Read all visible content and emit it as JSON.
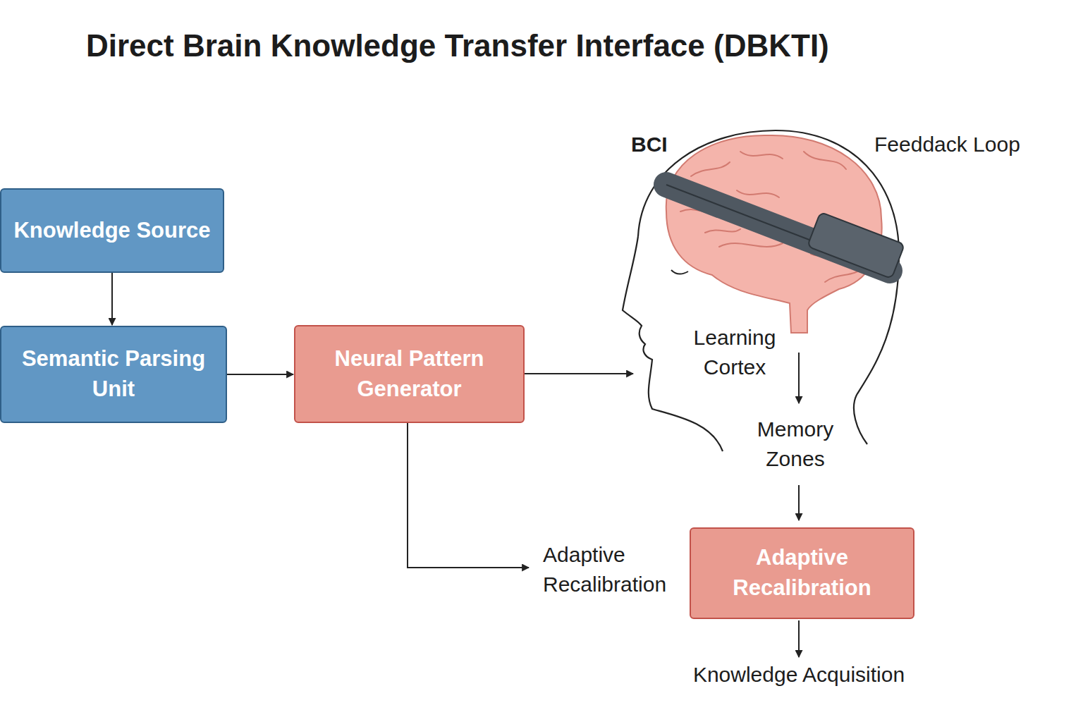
{
  "diagram": {
    "title": "Direct Brain Knowledge Transfer Interface (DBKTI)",
    "nodes": [
      {
        "text": [
          "Knowledge Source"
        ]
      },
      {
        "text": [
          "Semantic Parsing Unit"
        ]
      },
      {
        "text": [
          "Neural Pattern Generator"
        ]
      },
      {
        "text": [
          "Adaptive Recalibration"
        ]
      }
    ],
    "edges": [
      {
        "from": 0,
        "to": 1,
        "arrow": "to"
      },
      {
        "from": 1,
        "to": 2,
        "arrow": "to"
      }
    ],
    "labels": [
      "BCI",
      "Feeddack Loop",
      "Learning Cortex",
      "Memory Zones",
      "Adaptive Recalibration",
      "Knowledge Acquisition"
    ]
  }
}
